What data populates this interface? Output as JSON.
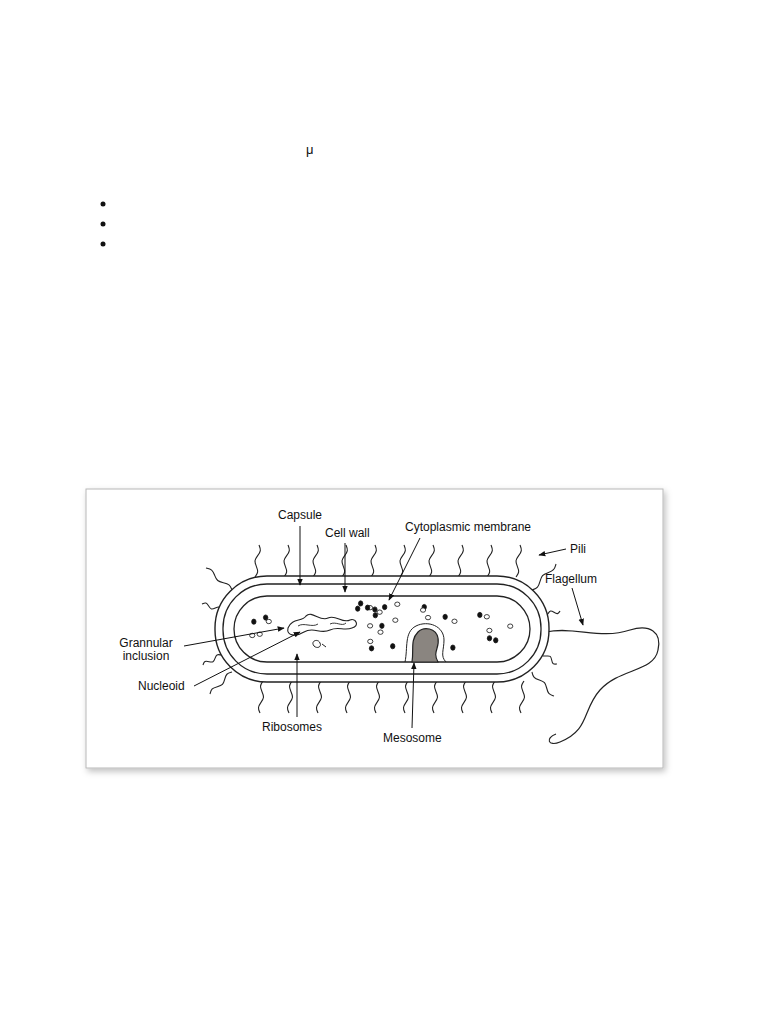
{
  "diagram": {
    "labels": [
      "μ",
      "Capsule",
      "Cell wall",
      "Cytoplasmic membrane",
      "Pili",
      "Flagellum",
      "Grannular inclusion",
      "Nucleoid",
      "Ribosomes",
      "Mesosome"
    ]
  }
}
